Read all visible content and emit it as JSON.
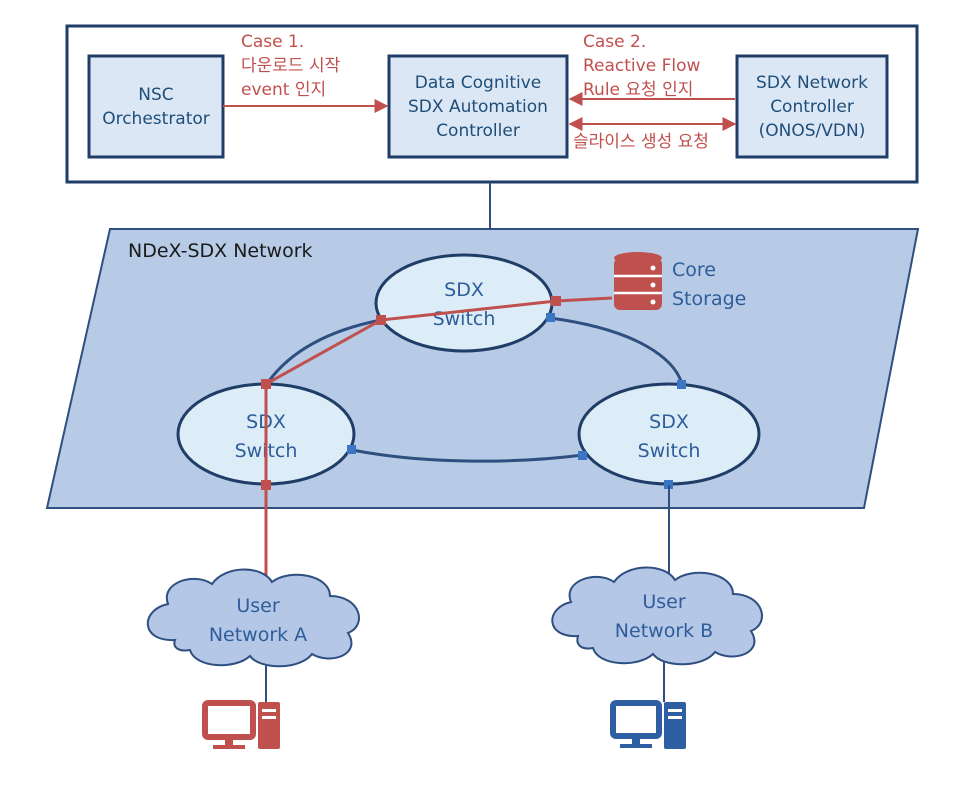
{
  "controllers": {
    "nsc": {
      "lines": [
        "NSC",
        "Orchestrator"
      ]
    },
    "automation": {
      "lines": [
        "Data Cognitive",
        "SDX Automation",
        "Controller"
      ]
    },
    "sdx_controller": {
      "lines": [
        "SDX Network",
        "Controller",
        "(ONOS/VDN)"
      ]
    }
  },
  "case1": {
    "lines": [
      "Case 1.",
      "다운로드 시작",
      "event 인지"
    ]
  },
  "case2": {
    "lines": [
      "Case 2.",
      "Reactive Flow",
      "Rule 요청 인지"
    ]
  },
  "slice_request": "슬라이스 생성 요청",
  "network": {
    "title": "NDeX-SDX Network",
    "switch_top": {
      "lines": [
        "SDX",
        "Switch"
      ]
    },
    "switch_left": {
      "lines": [
        "SDX",
        "Switch"
      ]
    },
    "switch_right": {
      "lines": [
        "SDX",
        "Switch"
      ]
    },
    "storage": {
      "lines": [
        "Core",
        "Storage"
      ]
    }
  },
  "user_a": {
    "lines": [
      "User",
      "Network A"
    ]
  },
  "user_b": {
    "lines": [
      "User",
      "Network B"
    ]
  },
  "colors": {
    "box_fill": "#dbe7f5",
    "box_stroke": "#1f3d66",
    "network_fill": "#b7cbe6",
    "switch_fill": "#dcedf8",
    "red_path": "#c0504d",
    "link_blue": "#2e4f7f",
    "cloud_fill": "#b4c7e7",
    "port_blue": "#3a76c4"
  },
  "icons": [
    "database-icon",
    "computer-icon-red",
    "computer-icon-blue",
    "cloud-icon"
  ]
}
